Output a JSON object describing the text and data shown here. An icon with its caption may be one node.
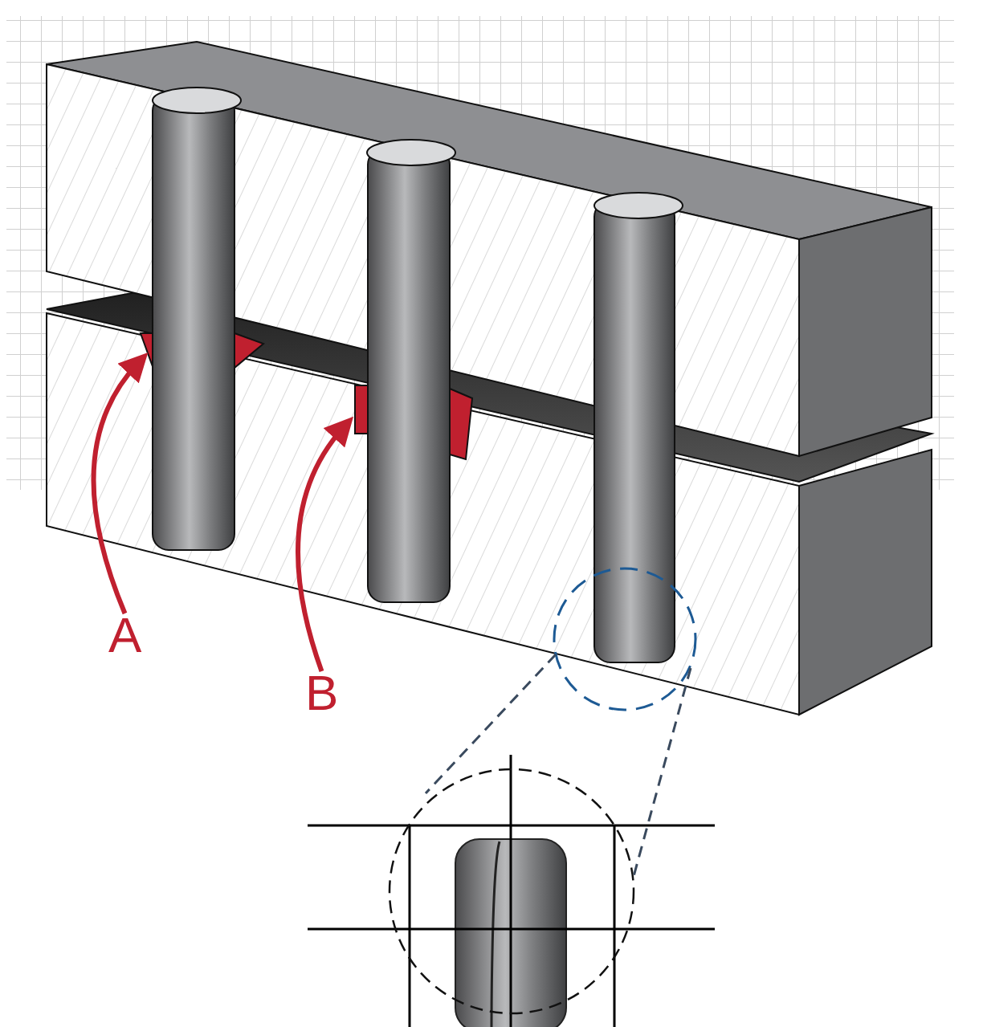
{
  "diagram": {
    "nodes": [
      {
        "text": [
          "A"
        ]
      },
      {
        "text": [
          "B"
        ]
      },
      {
        "text": [],
        "shape": "circle"
      },
      {
        "text": [],
        "shape": "picture"
      }
    ],
    "edges": [
      {
        "from": 0,
        "to": null,
        "arrow": "to",
        "style": "thick",
        "color": "#c0202f"
      },
      {
        "from": 1,
        "to": null,
        "arrow": "to",
        "style": "thick",
        "color": "#c0202f"
      },
      {
        "from": 2,
        "to": 3,
        "arrow": "none",
        "style": "dashed",
        "color": "#3a4a5e"
      },
      {
        "from": 2,
        "to": 3,
        "arrow": "none",
        "style": "dashed",
        "color": "#3a4a5e"
      }
    ]
  }
}
